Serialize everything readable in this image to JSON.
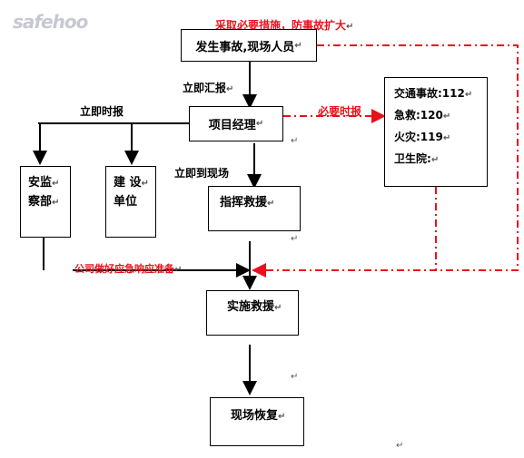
{
  "watermark": "safehoo",
  "pilcrow": "↵",
  "colors": {
    "red": "#e8111c",
    "black": "#000000"
  },
  "nodes": {
    "accident": "发生事故,现场人员",
    "pm": "项目经理",
    "phones": {
      "line1": "交通事故:112",
      "line2": "急救:120",
      "line3": "火灾:119",
      "line4": "卫生院:"
    },
    "safety": {
      "l1": "安监",
      "l2": "察部"
    },
    "construction": {
      "l1": "建 设",
      "l2": "单位"
    },
    "command": "指挥救援",
    "implement": "实施救援",
    "recover": "现场恢复"
  },
  "labels": {
    "top_red": "采取必要措施，防事故扩大",
    "report_now": "立即汇报",
    "report_timely": "立即时报",
    "necessary_report": "必要时报",
    "go_scene": "立即到现场",
    "company_prep": "公司做好应急响应准备"
  }
}
